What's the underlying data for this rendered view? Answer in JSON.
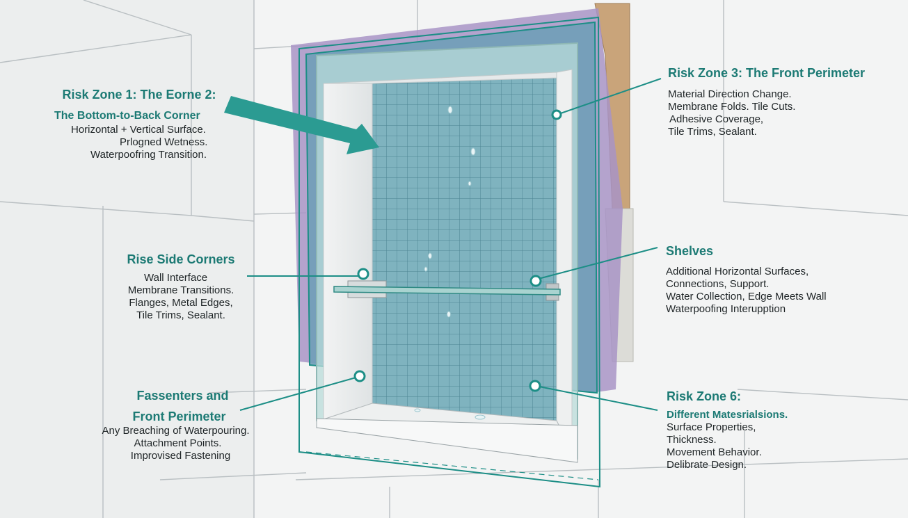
{
  "colors": {
    "accent": "#1c8e86",
    "tile": "#7fb3bf",
    "membrane_purple": "#a894c6",
    "membrane_blue": "#6f9fb8",
    "wood": "#c9a47a"
  },
  "callouts": {
    "zone1": {
      "title": "Risk Zone 1: The Eorne 2:",
      "subtitle": "The Bottom-to-Back Corner",
      "lines": [
        "Horizontal + Vertical Surface.",
        "Prlogned Wetness.",
        "Waterpoofring Transition."
      ]
    },
    "zone3": {
      "title": "Risk Zone 3: The Front Perimeter",
      "lines": [
        "Material Direction Change.",
        "Membrane Folds. Tile Cuts.",
        "Adhesive Coverage,",
        "Tile Trims, Sealant."
      ]
    },
    "side": {
      "title": "Rise Side Corners",
      "lines": [
        "Wall Interface",
        "Membrane Transitions.",
        "Flanges, Metal Edges,",
        "Tile Trims, Sealant."
      ]
    },
    "shelves": {
      "title": "Shelves",
      "lines": [
        "Additional Horizontal Surfaces,",
        "Connections, Support.",
        "Water Collection, Edge Meets Wall",
        "Waterpoofing Interupption"
      ]
    },
    "fasteners": {
      "title_1": "Fassenters and",
      "title_2": "Front Perimeter",
      "lines": [
        "Any Breaching of Waterpouring.",
        "Attachment Points.",
        "Improvised Fastening"
      ]
    },
    "zone6": {
      "title": "Risk Zone 6:",
      "subtitle": "Different Matesrialsions.",
      "lines": [
        "Surface Properties,",
        "Thickness.",
        "Movement Behavior.",
        "Delibrate Design."
      ]
    }
  }
}
